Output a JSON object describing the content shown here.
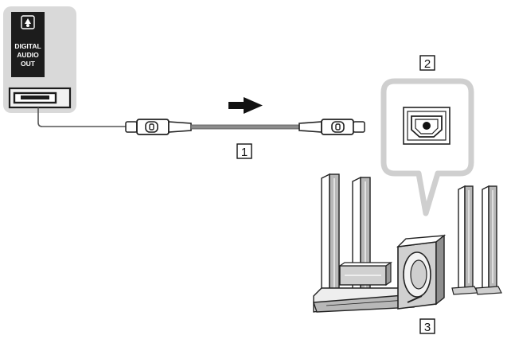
{
  "tv_port": {
    "line1": "DIGITAL",
    "line2": "AUDIO",
    "line3": "OUT"
  },
  "callouts": {
    "cable": "1",
    "input_port": "2",
    "home_theater": "3"
  },
  "icons": {
    "port_symbol": "optical-port-icon",
    "flow_arrow": "right-arrow-icon"
  }
}
